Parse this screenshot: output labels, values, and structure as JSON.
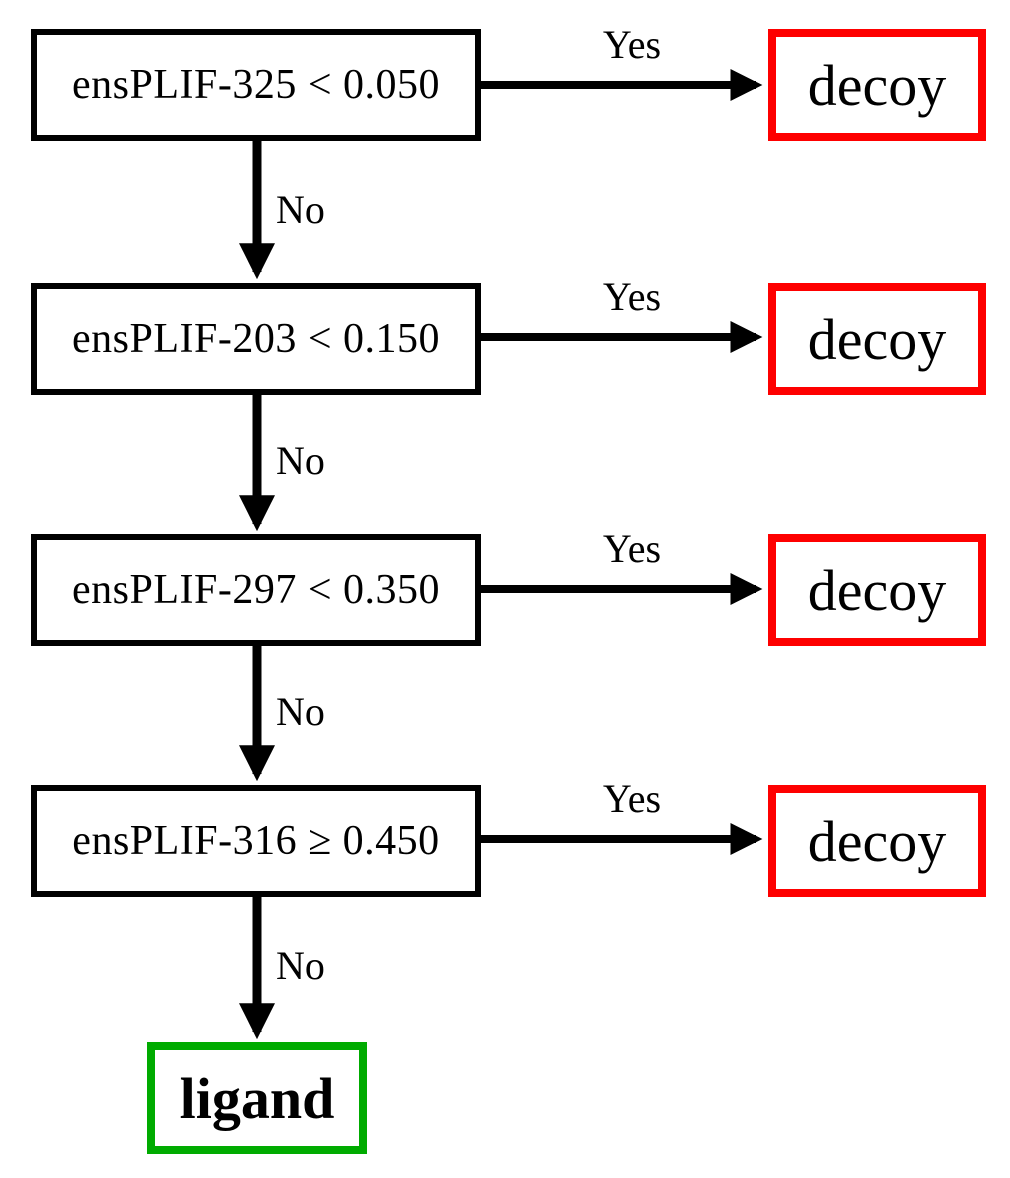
{
  "diagram": {
    "type": "decision-tree-flowchart",
    "edge_labels": {
      "yes": "Yes",
      "no": "No"
    },
    "colors": {
      "condition_border": "#000000",
      "decoy_border": "#fe0000",
      "ligand_border": "#00ab00",
      "arrow": "#000000",
      "background": "#ffffff"
    },
    "steps": [
      {
        "condition": "ensPLIF-325 < 0.050",
        "if_yes": "decoy"
      },
      {
        "condition": "ensPLIF-203 < 0.150",
        "if_yes": "decoy"
      },
      {
        "condition": "ensPLIF-297 < 0.350",
        "if_yes": "decoy"
      },
      {
        "condition": "ensPLIF-316 ≥ 0.450",
        "if_yes": "decoy"
      }
    ],
    "final_outcome": "ligand"
  }
}
